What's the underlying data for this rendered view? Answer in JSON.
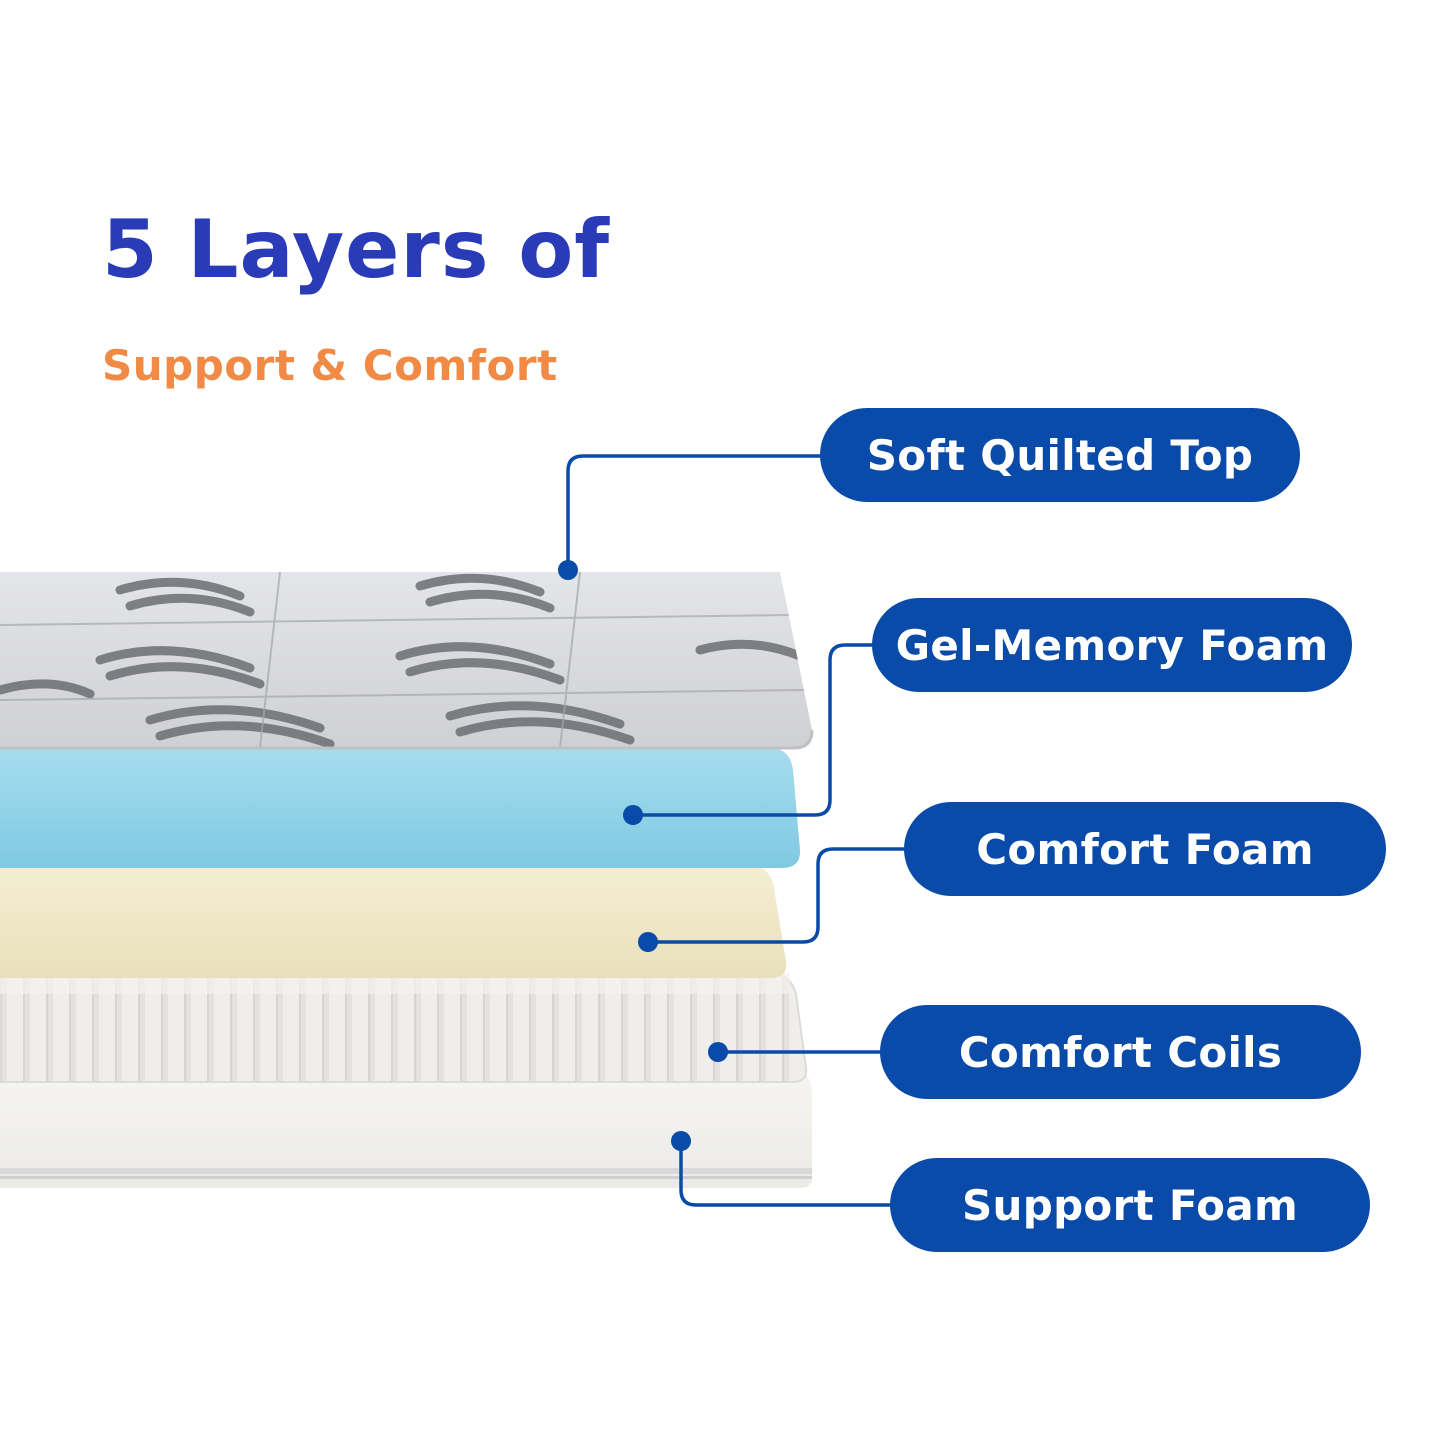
{
  "header": {
    "title": "5 Layers of",
    "subtitle": "Support & Comfort"
  },
  "layers": [
    {
      "label": "Soft Quilted Top"
    },
    {
      "label": "Gel-Memory Foam"
    },
    {
      "label": "Comfort Foam"
    },
    {
      "label": "Comfort Coils"
    },
    {
      "label": "Support Foam"
    }
  ],
  "colors": {
    "title": "#2a3bb8",
    "subtitle": "#f08a44",
    "pill": "#0a4aa8",
    "connector": "#0a4aa8",
    "quilt": "#d8d9dc",
    "quilt_pattern": "#6c6e73",
    "gel": "#8fd2e8",
    "comfort_foam": "#efe7c6",
    "coils": "#ecebe8",
    "support_foam": "#f1f0ed"
  }
}
